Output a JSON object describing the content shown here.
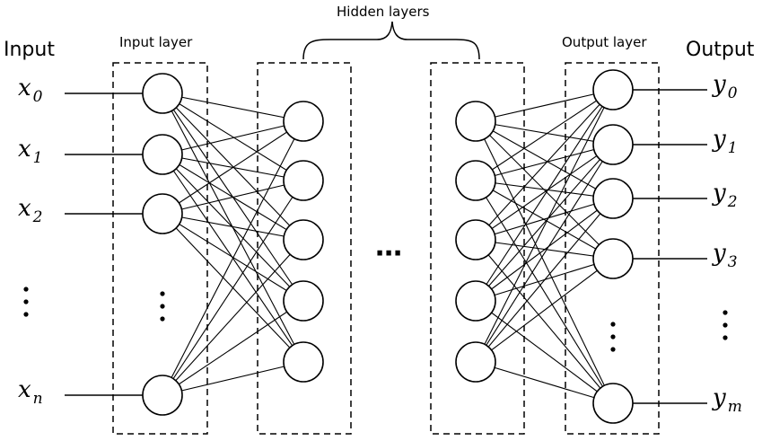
{
  "labels": {
    "input": "Input",
    "output": "Output",
    "input_layer": "Input layer",
    "hidden_layers": "Hidden layers",
    "output_layer": "Output layer",
    "ellipsis": "⋯"
  },
  "inputs": [
    {
      "base": "x",
      "sub": "0"
    },
    {
      "base": "x",
      "sub": "1"
    },
    {
      "base": "x",
      "sub": "2"
    },
    {
      "base": "x",
      "sub": "n"
    }
  ],
  "outputs": [
    {
      "base": "y",
      "sub": "0"
    },
    {
      "base": "y",
      "sub": "1"
    },
    {
      "base": "y",
      "sub": "2"
    },
    {
      "base": "y",
      "sub": "3"
    },
    {
      "base": "y",
      "sub": "m"
    }
  ]
}
